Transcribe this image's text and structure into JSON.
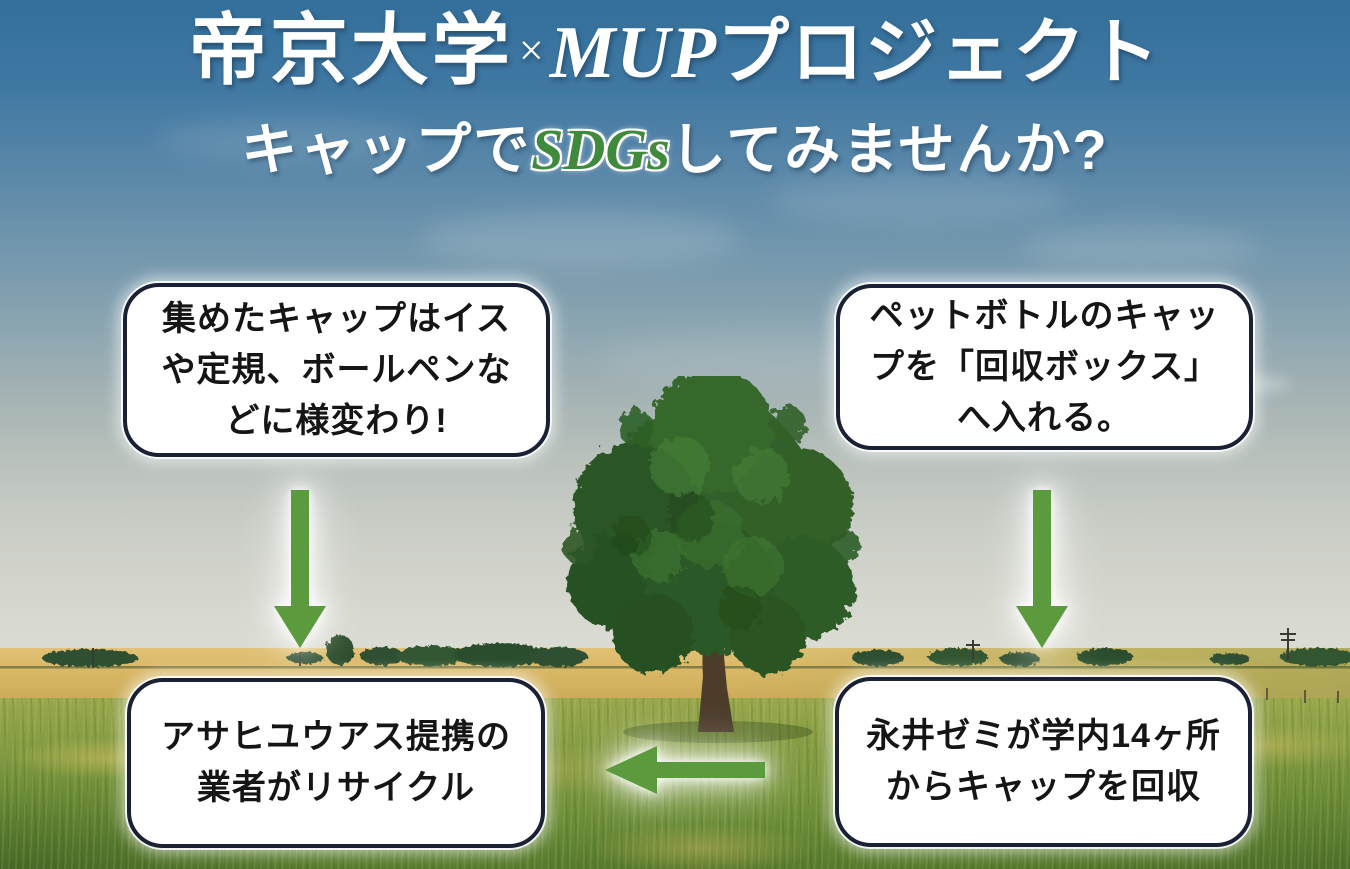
{
  "title": {
    "school": "帝京大学",
    "times": "×",
    "brand": "MUP",
    "project": "プロジェクト"
  },
  "subtitle": {
    "lead": "キャップで",
    "accent": "SDGs",
    "tail": "してみませんか?"
  },
  "boxes": {
    "deposit": "ペットボトルのキャッ\nプを「回収ボックス」\nへ入れる。",
    "collect": "永井ゼミが学内14ヶ所\nからキャップを回収",
    "recycle": "アサヒユウアス提携の\n業者がリサイクル",
    "transform": "集めたキャップはイス\nや定規、ボールペンな\nどに様変わり!"
  },
  "arrows": [
    {
      "name": "down-arrow-left",
      "direction": "down"
    },
    {
      "name": "down-arrow-right",
      "direction": "down"
    },
    {
      "name": "left-arrow-middle",
      "direction": "left"
    }
  ],
  "colors": {
    "arrow_green": "#5b9a3d",
    "sdgs_green": "#3f8a3c",
    "box_border": "#1b2135",
    "box_fill": "#ffffff",
    "sky_top": "#336f9a",
    "horizon_haze": "#d6d8cf",
    "wheat_band": "#d8b765",
    "grass_green": "#74953c",
    "title_white": "#ffffff",
    "text_dark": "#151515"
  }
}
